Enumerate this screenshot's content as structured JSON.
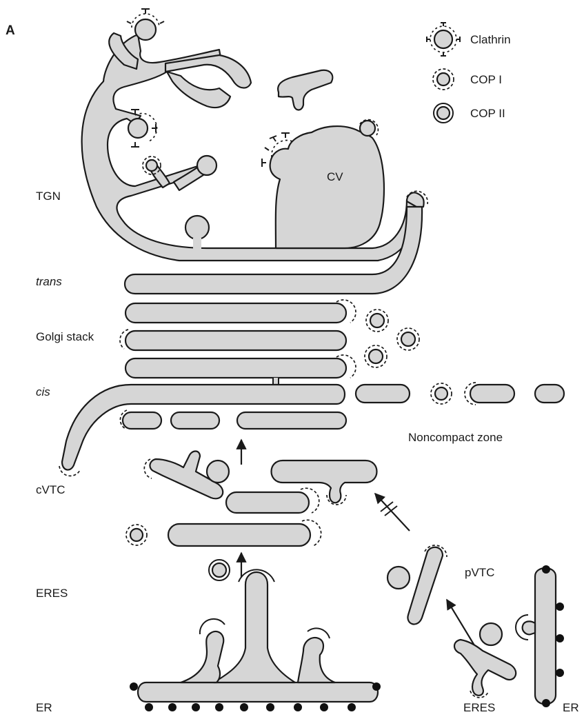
{
  "panel_label": "A",
  "legend": [
    {
      "name": "Clathrin",
      "icon": "clathrin-coat-icon"
    },
    {
      "name": "COP I",
      "icon": "copi-coat-icon"
    },
    {
      "name": "COP II",
      "icon": "copii-coat-icon"
    }
  ],
  "left_labels": {
    "tgn": "TGN",
    "trans": "trans",
    "golgi_stack": "Golgi stack",
    "cis": "cis",
    "cvtc": "cVTC",
    "eres": "ERES",
    "er": "ER"
  },
  "inner_labels": {
    "cv": "CV",
    "noncompact_zone": "Noncompact zone",
    "pvtc": "pVTC",
    "eres_right": "ERES",
    "er_right": "ER"
  },
  "colors": {
    "membrane_fill": "#d6d6d6",
    "outline": "#1a1a1a",
    "ribosome": "#111111"
  }
}
